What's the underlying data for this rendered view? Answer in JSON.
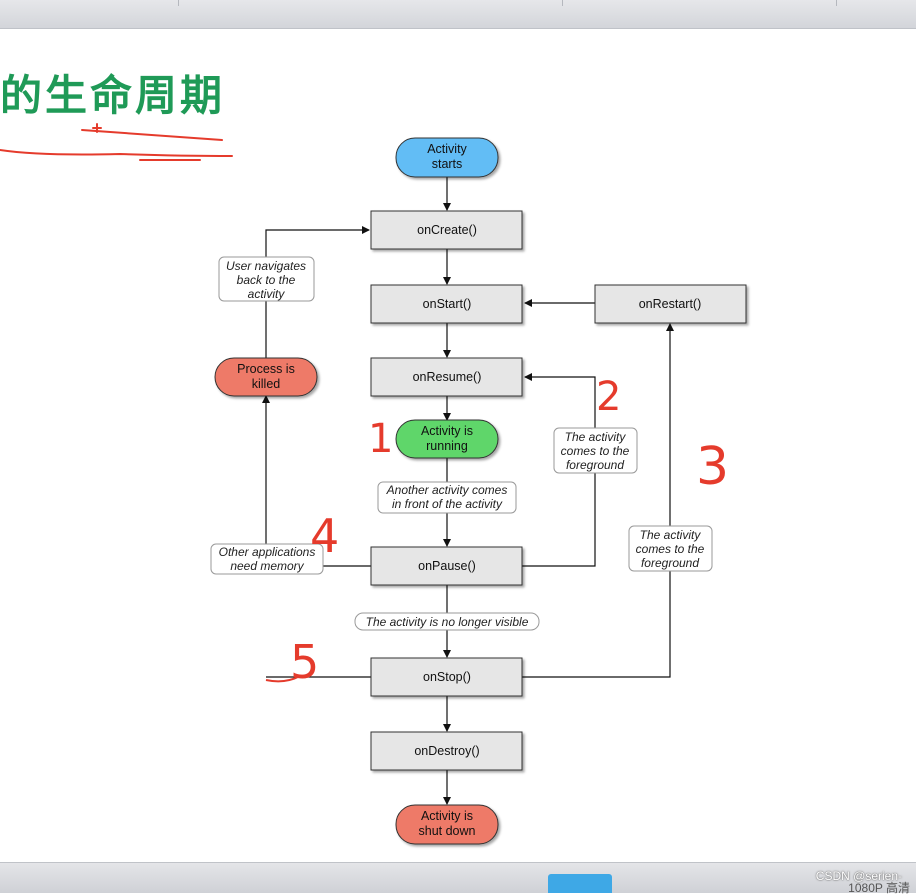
{
  "page": {
    "title": "的生命周期",
    "watermark": "CSDN @serien-",
    "player_button": "",
    "player_info": "1080P 高清"
  },
  "diagram": {
    "nodes": {
      "activity_starts": [
        "Activity",
        "starts"
      ],
      "on_create": "onCreate()",
      "on_start": "onStart()",
      "on_restart": "onRestart()",
      "on_resume": "onResume()",
      "activity_running": [
        "Activity is",
        "running"
      ],
      "process_killed": [
        "Process is",
        "killed"
      ],
      "on_pause": "onPause()",
      "on_stop": "onStop()",
      "on_destroy": "onDestroy()",
      "activity_shutdown": [
        "Activity is",
        "shut down"
      ]
    },
    "labels": {
      "user_navigates_back": [
        "User navigates",
        "back to the",
        "activity"
      ],
      "another_activity_front": [
        "Another activity comes",
        "in front of the activity"
      ],
      "comes_to_foreground_1": [
        "The activity",
        "comes to the",
        "foreground"
      ],
      "comes_to_foreground_2": [
        "The activity",
        "comes to the",
        "foreground"
      ],
      "other_apps_memory": [
        "Other applications",
        "need memory"
      ],
      "no_longer_visible": "The activity is no longer visible"
    },
    "annotations": [
      "1",
      "2",
      "3",
      "4",
      "5"
    ]
  },
  "colors": {
    "title": "#1f9a57",
    "start_node": "#62bdf5",
    "running_node": "#5fd66a",
    "end_node": "#ee7a67",
    "process_node": "#ee7a67",
    "box": "#e6e6e6",
    "annotation": "#e53b2c"
  }
}
